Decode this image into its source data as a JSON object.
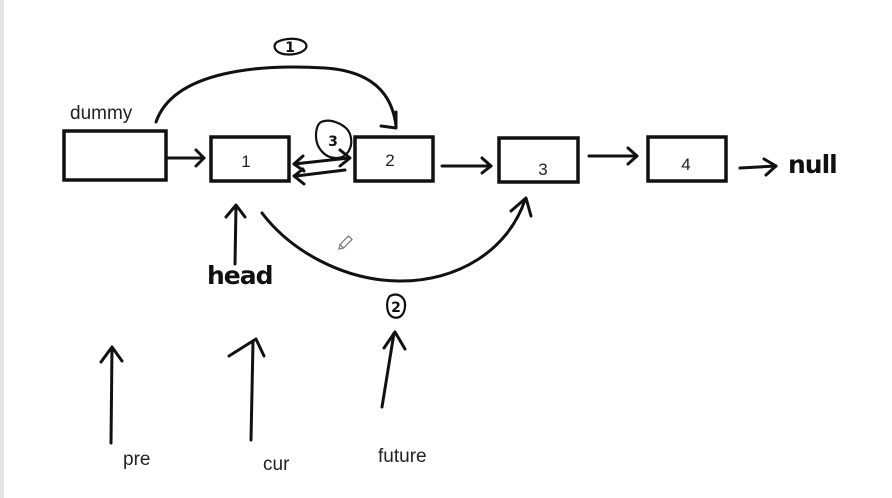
{
  "nodes": [
    {
      "id": "dummy",
      "label": ""
    },
    {
      "id": "n1",
      "label": "1"
    },
    {
      "id": "n2",
      "label": "2"
    },
    {
      "id": "n3",
      "label": "3"
    },
    {
      "id": "n4",
      "label": "4"
    }
  ],
  "labels": {
    "dummy": "dummy",
    "null": "null",
    "head": "head",
    "pre": "pre",
    "cur": "cur",
    "future": "future"
  },
  "step_markers": {
    "step1": "1",
    "step2": "2",
    "step3": "3"
  },
  "colors": {
    "ink": "#111111",
    "background": "#ffffff"
  },
  "icons": {
    "pencil": "pencil-cursor-icon"
  }
}
